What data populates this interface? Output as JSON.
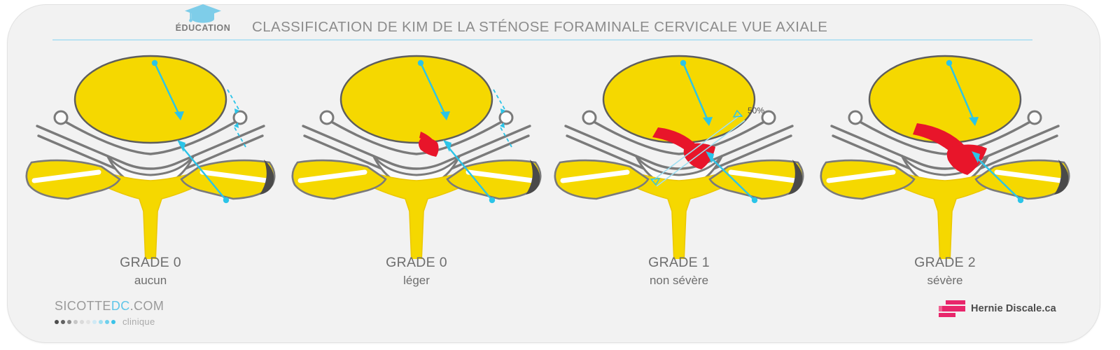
{
  "card": {
    "bg": "#f2f2f2"
  },
  "header": {
    "education_label": "ÉDUCATION",
    "education_icon": "graduation-cap-icon",
    "title": "CLASSIFICATION DE KIM DE LA STÉNOSE FORAMINALE CERVICALE VUE AXIALE",
    "rule_color": "#b9e2f2",
    "title_color": "#8c8c8c"
  },
  "colors": {
    "bone_yellow": "#f5d800",
    "bone_yellow_dark": "#ecc800",
    "lesion_red": "#e8152a",
    "outline_gray": "#7a7a7a",
    "tip_dark": "#4a4a4a",
    "accent_cyan": "#2bc4e8",
    "accent_cyan_light": "#9fdff1",
    "brand_pink": "#e8266b",
    "text_gray": "#6e6e6e"
  },
  "panels": [
    {
      "id": "grade-0-aucun",
      "grade": "GRADE 0",
      "subtitle": "aucun",
      "severity_index": 0,
      "has_lesion": false,
      "lesion_description": "foramen ouvert, aucune sténose",
      "measure_label": "",
      "show_measure": false
    },
    {
      "id": "grade-0-leger",
      "grade": "GRADE 0",
      "subtitle": "léger",
      "severity_index": 1,
      "has_lesion": true,
      "lesion_description": "ostéophyte léger de l'uncus",
      "measure_label": "",
      "show_measure": false
    },
    {
      "id": "grade-1-non-severe",
      "grade": "GRADE 1",
      "subtitle": "non sévère",
      "severity_index": 2,
      "has_lesion": true,
      "lesion_description": "rétrécissement foraminal d'environ 50%",
      "measure_label": "50%",
      "show_measure": true
    },
    {
      "id": "grade-2-severe",
      "grade": "GRADE 2",
      "subtitle": "sévère",
      "severity_index": 3,
      "has_lesion": true,
      "lesion_description": "oblitération foraminale complète",
      "measure_label": "",
      "show_measure": false
    }
  ],
  "footer": {
    "left_brand": {
      "part1": "SICOTTE",
      "part2": "DC",
      "part3": ".COM",
      "tagline": "clinique",
      "dots": [
        "#4d4d4d",
        "#616161",
        "#8c8c8c",
        "#c6c6c6",
        "#dadada",
        "#e2e2e2",
        "#cfe9f5",
        "#9fdff1",
        "#6fd0ec",
        "#39c2e8"
      ]
    },
    "right_brand": {
      "name": "Hernie Discale.ca",
      "mark": "stacked-discs-logo"
    }
  }
}
